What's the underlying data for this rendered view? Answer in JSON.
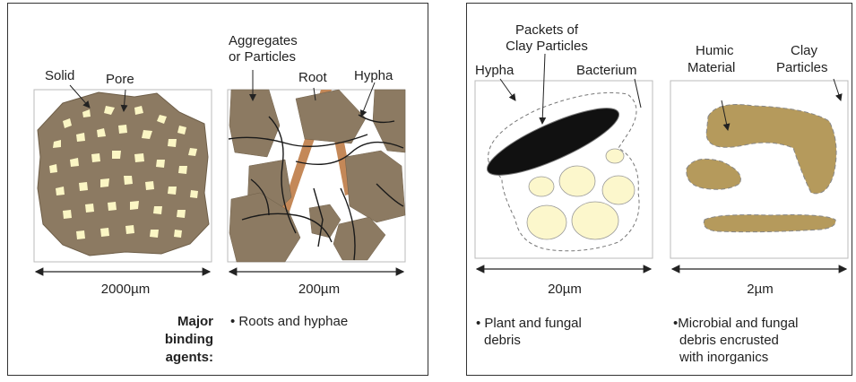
{
  "left_panel": {
    "labels": {
      "aggregates_line1": "Aggregates",
      "aggregates_line2": "or Particles",
      "solid": "Solid",
      "pore": "Pore",
      "root": "Root",
      "hypha": "Hypha"
    },
    "scale_1": "2000µm",
    "scale_2": "200µm",
    "major_line1": "Major",
    "major_line2": "binding",
    "major_line3": "agents:",
    "agent_1": "• Roots and hyphae"
  },
  "right_panel": {
    "labels": {
      "packets_line1": "Packets of",
      "packets_line2": "Clay Particles",
      "hypha": "Hypha",
      "bacterium": "Bacterium",
      "humic_line1": "Humic",
      "humic_line2": "Material",
      "clay_line1": "Clay",
      "clay_line2": "Particles"
    },
    "scale_3": "20µm",
    "scale_4": "2µm",
    "agent_3_line1": "• Plant and fungal",
    "agent_3_line2": "debris",
    "agent_4_line1": "•Microbial and fungal",
    "agent_4_line2": "debris encrusted",
    "agent_4_line3": "with inorganics"
  },
  "colors": {
    "aggregate_brown": "#8c7a62",
    "pore_cream": "#fbf6c4",
    "root_orange": "#c48858",
    "humic_tan": "#b59a5c",
    "clay_cell": "#fcf7cc",
    "dark": "#1a1a1a"
  }
}
